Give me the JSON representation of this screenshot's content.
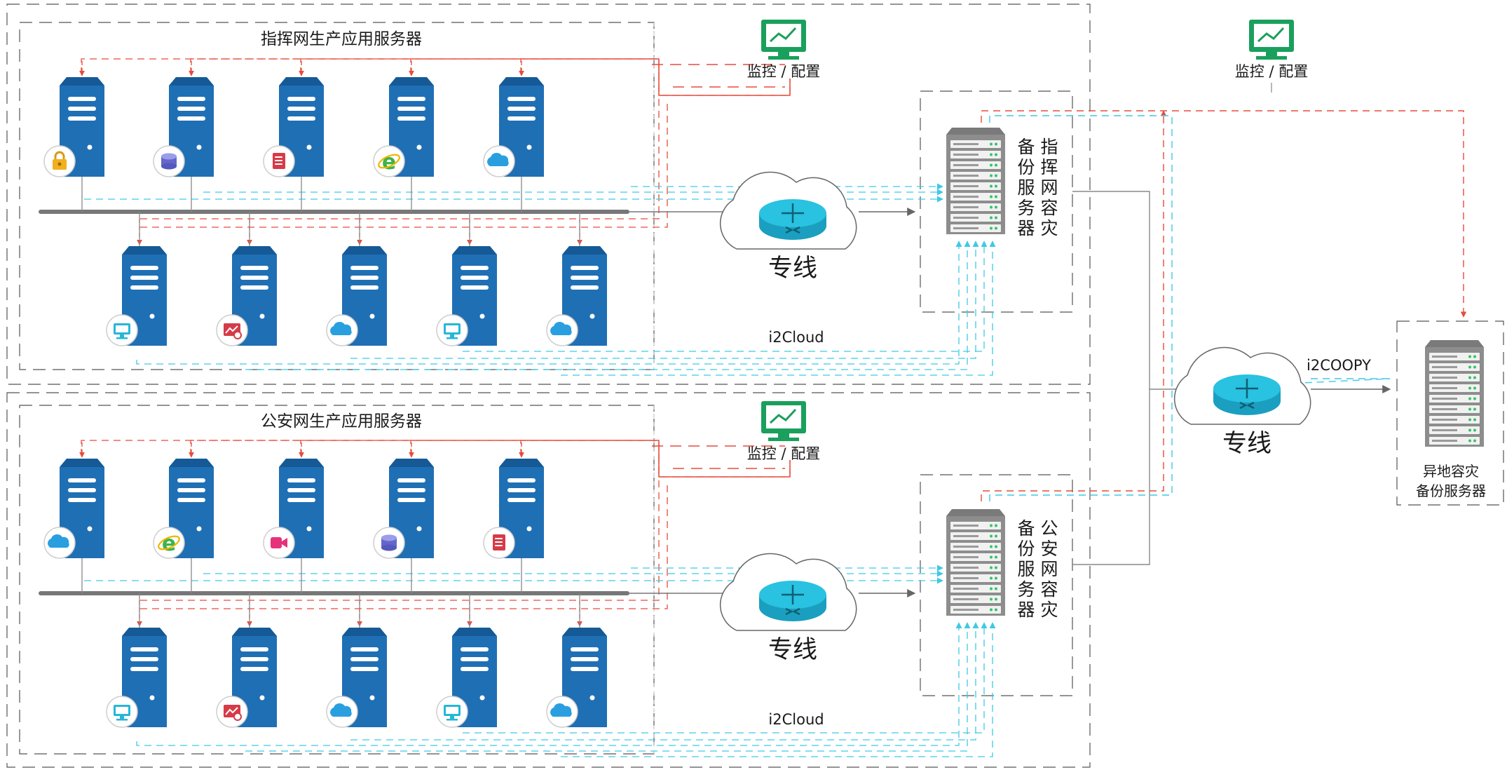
{
  "colors": {
    "server_blue": "#1f6fb5",
    "server_blue_dark": "#155a96",
    "router_cyan": "#29c2e0",
    "monitor_green": "#1aa05c",
    "sync_cyan": "#3ec9e6",
    "sync_red": "#e84b3c",
    "bus_gray": "#777777",
    "rack_gray": "#8d8d8d"
  },
  "top_zone": {
    "title": "指挥网生产应用服务器",
    "monitor_label": "监控 / 配置",
    "line_label": "专线",
    "cloud_label": "i2Cloud",
    "dr_label": "指挥网容灾备份服务器",
    "upper_row_icons": [
      "lock-icon",
      "database-icon",
      "document-icon",
      "ie-browser-icon",
      "cloud-icon"
    ],
    "lower_row_icons": [
      "monitor-icon",
      "chart-image-icon",
      "cloud-icon",
      "monitor-icon",
      "cloud-icon"
    ]
  },
  "bottom_zone": {
    "title": "公安网生产应用服务器",
    "monitor_label": "监控 / 配置",
    "line_label": "专线",
    "cloud_label": "i2Cloud",
    "dr_label": "公安网容灾备份服务器",
    "upper_row_icons": [
      "cloud-icon",
      "ie-browser-icon",
      "video-icon",
      "database-icon",
      "document-icon"
    ],
    "lower_row_icons": [
      "monitor-icon",
      "chart-image-icon",
      "cloud-icon",
      "monitor-icon",
      "cloud-icon"
    ]
  },
  "remote": {
    "monitor_label": "监控 / 配置",
    "line_label": "专线",
    "coopy_label": "i2COOPY",
    "server_label_line1": "异地容灾",
    "server_label_line2": "备份服务器"
  }
}
